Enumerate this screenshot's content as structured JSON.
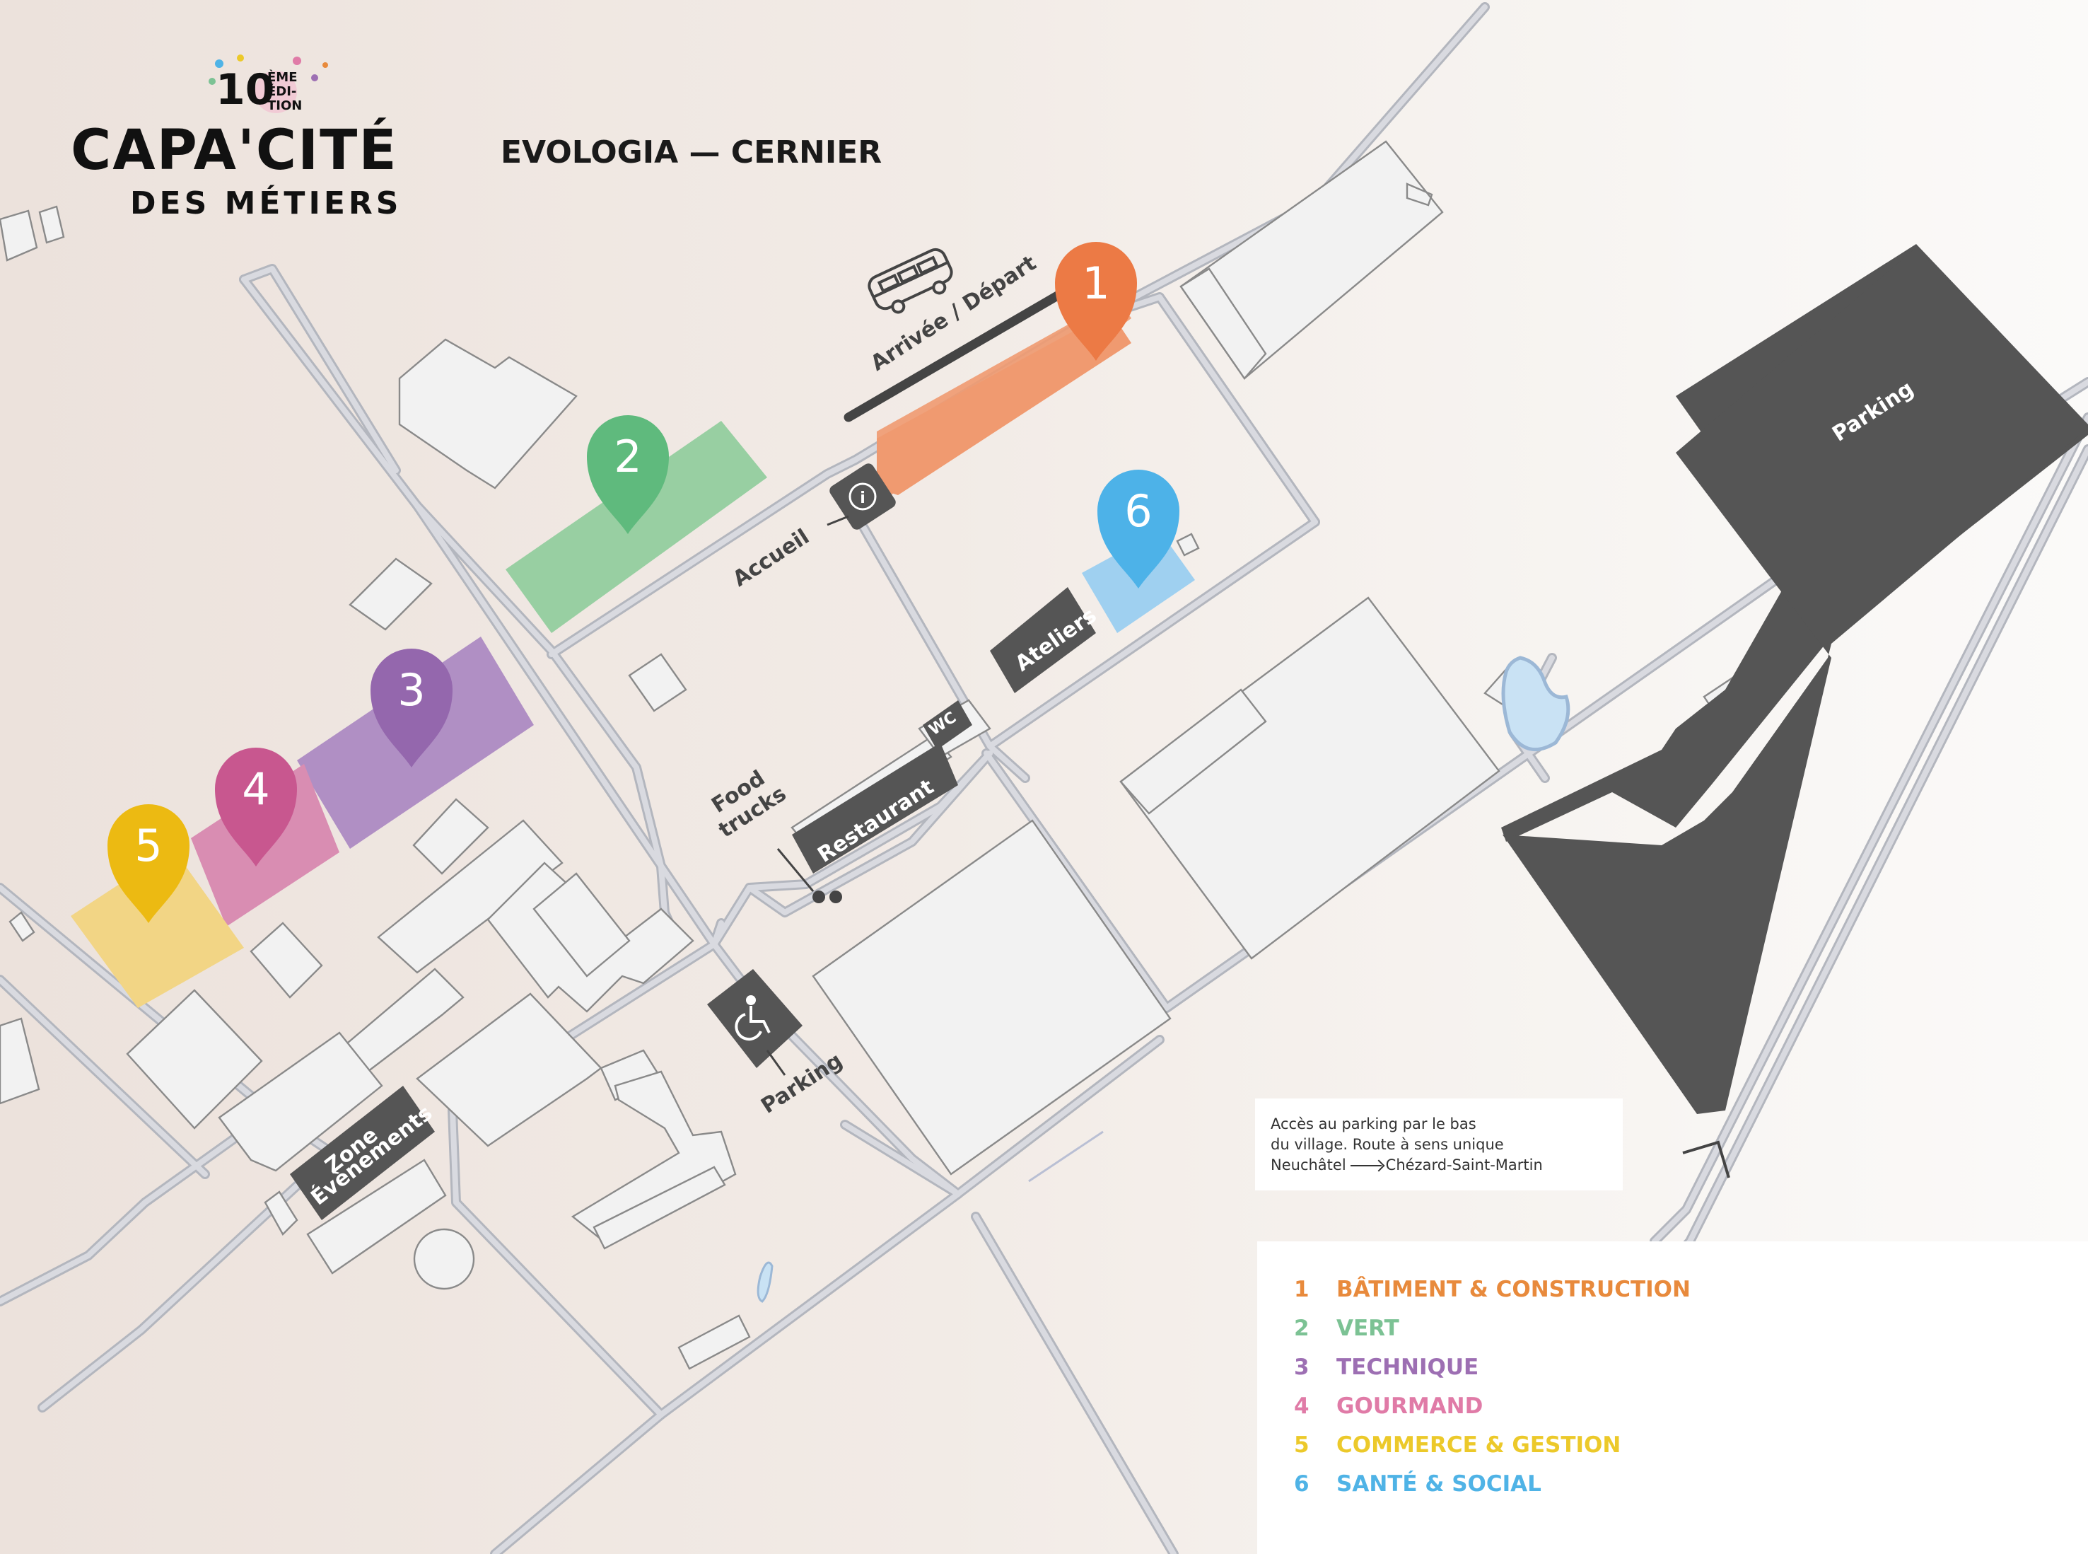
{
  "header": {
    "edition_number": "10",
    "edition_suffix": "ÈME ÉDI-TION",
    "title": "CAPA'CITÉ",
    "subtitle": "DES MÉTIERS",
    "location": "EVOLOGIA — CERNIER"
  },
  "map_labels": {
    "bus_stop": "Arrivée / Départ",
    "info": "Accueil",
    "workshops": "Ateliers",
    "wc": "WC",
    "restaurant": "Restaurant",
    "food_trucks_line1": "Food",
    "food_trucks_line2": "trucks",
    "disabled_parking": "Parking",
    "events_line1": "Zone",
    "events_line2": "Évènements",
    "main_parking": "Parking"
  },
  "access_note": {
    "line1": "Accès au parking par le bas",
    "line2": "du village. Route à sens unique",
    "from": "Neuchâtel",
    "to": "Chézard-Saint-Martin"
  },
  "zones": [
    {
      "number": "1",
      "label": "BÂTIMENT & CONSTRUCTION",
      "color": "#ec7a45",
      "legend_color": "#e88a3c"
    },
    {
      "number": "2",
      "label": "VERT",
      "color": "#5fba7d",
      "legend_color": "#7cc294"
    },
    {
      "number": "3",
      "label": "TECHNIQUE",
      "color": "#9467ad",
      "legend_color": "#9d6fb3"
    },
    {
      "number": "4",
      "label": "GOURMAND",
      "color": "#c8578f",
      "legend_color": "#e07ba7"
    },
    {
      "number": "5",
      "label": "COMMERCE & GESTION",
      "color": "#ecba12",
      "legend_color": "#ecc92a"
    },
    {
      "number": "6",
      "label": "SANTÉ & SOCIAL",
      "color": "#4db2e8",
      "legend_color": "#4fb3e6"
    }
  ],
  "icons": {
    "bus": "bus-icon",
    "info": "info-icon",
    "wheelchair": "wheelchair-icon",
    "location_pin": "map-pin-icon"
  }
}
